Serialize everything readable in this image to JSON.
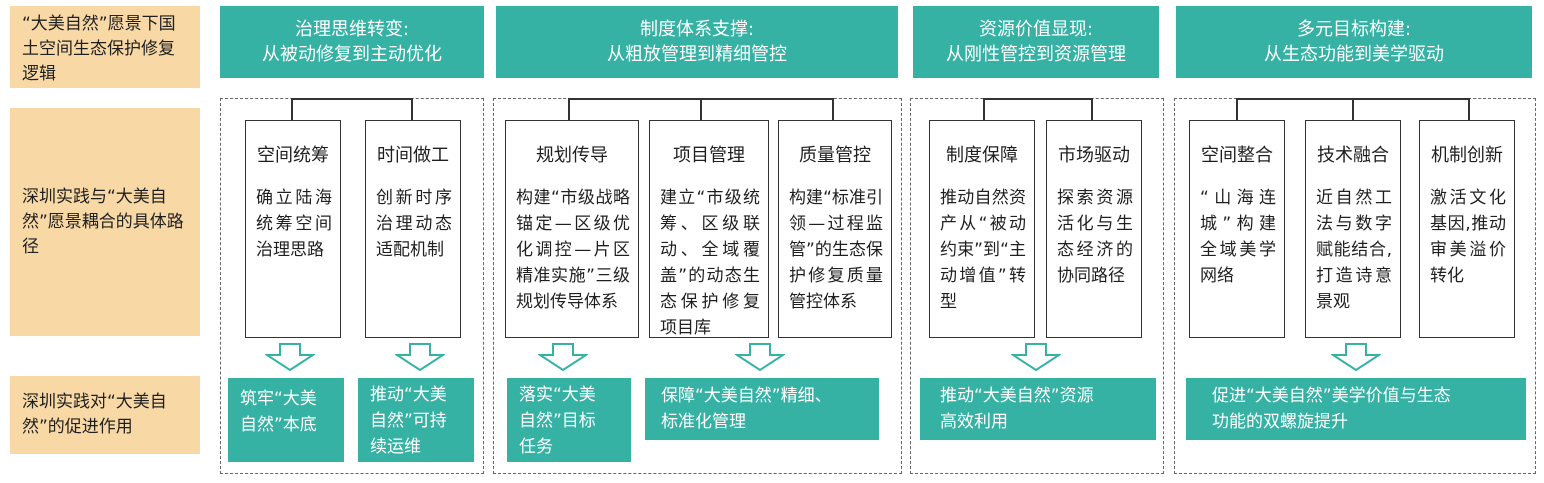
{
  "row_labels": [
    "“大美自然”愿景下国土空间生态保护修复逻辑",
    "深圳实践与“大美自然”愿景耦合的具体路径",
    "深圳实践对“大美自然”的促进作用"
  ],
  "headers": [
    {
      "line1": "治理思维转变:",
      "line2": "从被动修复到主动优化"
    },
    {
      "line1": "制度体系支撑:",
      "line2": "从粗放管理到精细管控"
    },
    {
      "line1": "资源价值显现:",
      "line2": "从刚性管控到资源管理"
    },
    {
      "line1": "多元目标构建:",
      "line2": "从生态功能到美学驱动"
    }
  ],
  "cards": [
    {
      "title": "空间统筹",
      "text": "确立陆海统筹空间治理思路"
    },
    {
      "title": "时间做工",
      "text": "创新时序治理动态适配机制"
    },
    {
      "title": "规划传导",
      "text": "构建“市级战略锚定—区级优化调控—片区精准实施”三级规划传导体系"
    },
    {
      "title": "项目管理",
      "text": "建立“市级统筹、区级联动、全域覆盖”的动态生态保护修复项目库"
    },
    {
      "title": "质量管控",
      "text": "构建“标准引领—过程监管”的生态保护修复质量管控体系"
    },
    {
      "title": "制度保障",
      "text": "推动自然资产从“被动约束”到“主动增值”转型"
    },
    {
      "title": "市场驱动",
      "text": "探索资源活化与生态经济的协同路径"
    },
    {
      "title": "空间整合",
      "text": "“山海连城”构建全域美学网络"
    },
    {
      "title": "技术融合",
      "text": "近自然工法与数字赋能结合,打造诗意景观"
    },
    {
      "title": "机制创新",
      "text": "激活文化基因,推动审美溢价转化"
    }
  ],
  "outcomes": [
    {
      "lines": [
        "筑牢“大美",
        "自然”本底"
      ]
    },
    {
      "lines": [
        "推动“大美",
        "自然”可持",
        "续运维"
      ]
    },
    {
      "lines": [
        "落实“大美",
        "自然”目标",
        "任务"
      ]
    },
    {
      "lines": [
        "保障“大美自然”精细、",
        "标准化管理"
      ]
    },
    {
      "lines": [
        "推动“大美自然”资源",
        "高效利用"
      ]
    },
    {
      "lines": [
        "促进“大美自然”美学价值与生态",
        "功能的双螺旋提升"
      ]
    }
  ],
  "colors": {
    "teal": "#36b2a4",
    "label_bg": "#f8d9a5",
    "arrow": "#36b2a4"
  }
}
